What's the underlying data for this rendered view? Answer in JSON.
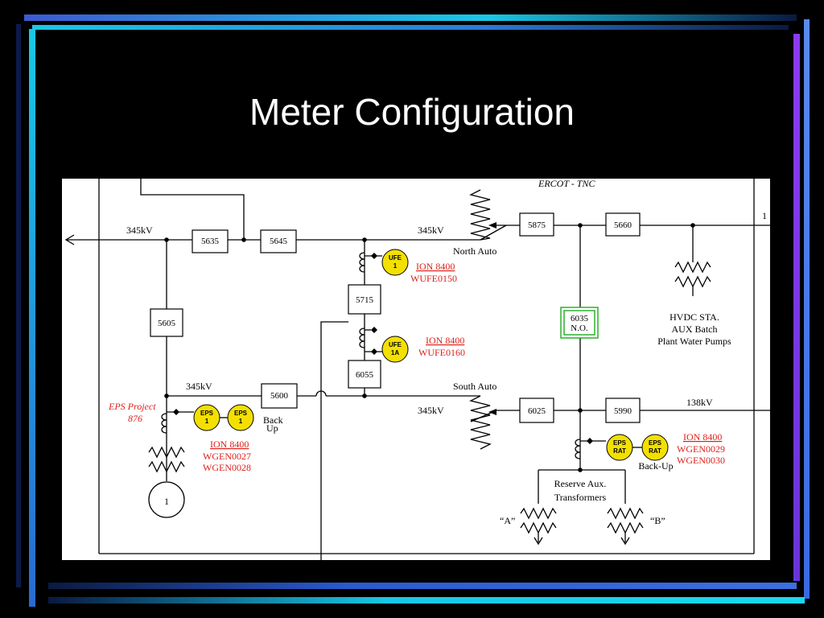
{
  "slide": {
    "title": "Meter Configuration"
  },
  "colors": {
    "background": "#000000",
    "bar_cyan": "#19c8e6",
    "bar_blue": "#3c5ad2",
    "bar_purple": "#8a3cf0",
    "meter_fill": "#f4e000",
    "annotation_red": "#e0201a",
    "normally_open_green": "#1faa1f"
  },
  "diagram": {
    "header": "ERCOT - TNC",
    "voltages": {
      "v345_left": "345kV",
      "v345_north": "345kV",
      "v345_mid": "345kV",
      "v345_south": "345kV",
      "v138": "138kV"
    },
    "edge_marker": "1",
    "breakers": {
      "b5635": "5635",
      "b5645": "5645",
      "b5605": "5605",
      "b5715": "5715",
      "b6055": "6055",
      "b5600": "5600",
      "b5875": "5875",
      "b5660": "5660",
      "b6025": "6025",
      "b5990": "5990"
    },
    "no_switch": {
      "id": "6035",
      "state": "N.O."
    },
    "transformers": {
      "north_auto": "North Auto",
      "south_auto": "South Auto"
    },
    "hvdc": {
      "line1": "HVDC STA.",
      "line2": "AUX Batch",
      "line3": "Plant Water Pumps"
    },
    "eps_project": {
      "line1": "EPS Project",
      "line2": "876"
    },
    "generator": "1",
    "backup_left": {
      "line1": "Back",
      "line2": "Up"
    },
    "backup_right": "Back-Up",
    "reserve": {
      "line1": "Reserve Aux.",
      "line2": "Transformers",
      "a": "“A”",
      "b": "“B”"
    },
    "meters": {
      "ufe1": {
        "l1": "UFE",
        "l2": "1"
      },
      "ufe1a": {
        "l1": "UFE",
        "l2": "1A"
      },
      "eps1a": {
        "l1": "EPS",
        "l2": "1"
      },
      "eps1b": {
        "l1": "EPS",
        "l2": "1"
      },
      "epsrat_a": {
        "l1": "EPS",
        "l2": "RAT"
      },
      "epsrat_b": {
        "l1": "EPS",
        "l2": "RAT"
      }
    },
    "annotations": {
      "ufe1": {
        "model": "ION 8400",
        "id": "WUFE0150"
      },
      "ufe1a": {
        "model": "ION 8400",
        "id": "WUFE0160"
      },
      "eps": {
        "model": "ION 8400",
        "id1": "WGEN0027",
        "id2": "WGEN0028"
      },
      "rat": {
        "model": "ION 8400",
        "id1": "WGEN0029",
        "id2": "WGEN0030"
      }
    }
  }
}
